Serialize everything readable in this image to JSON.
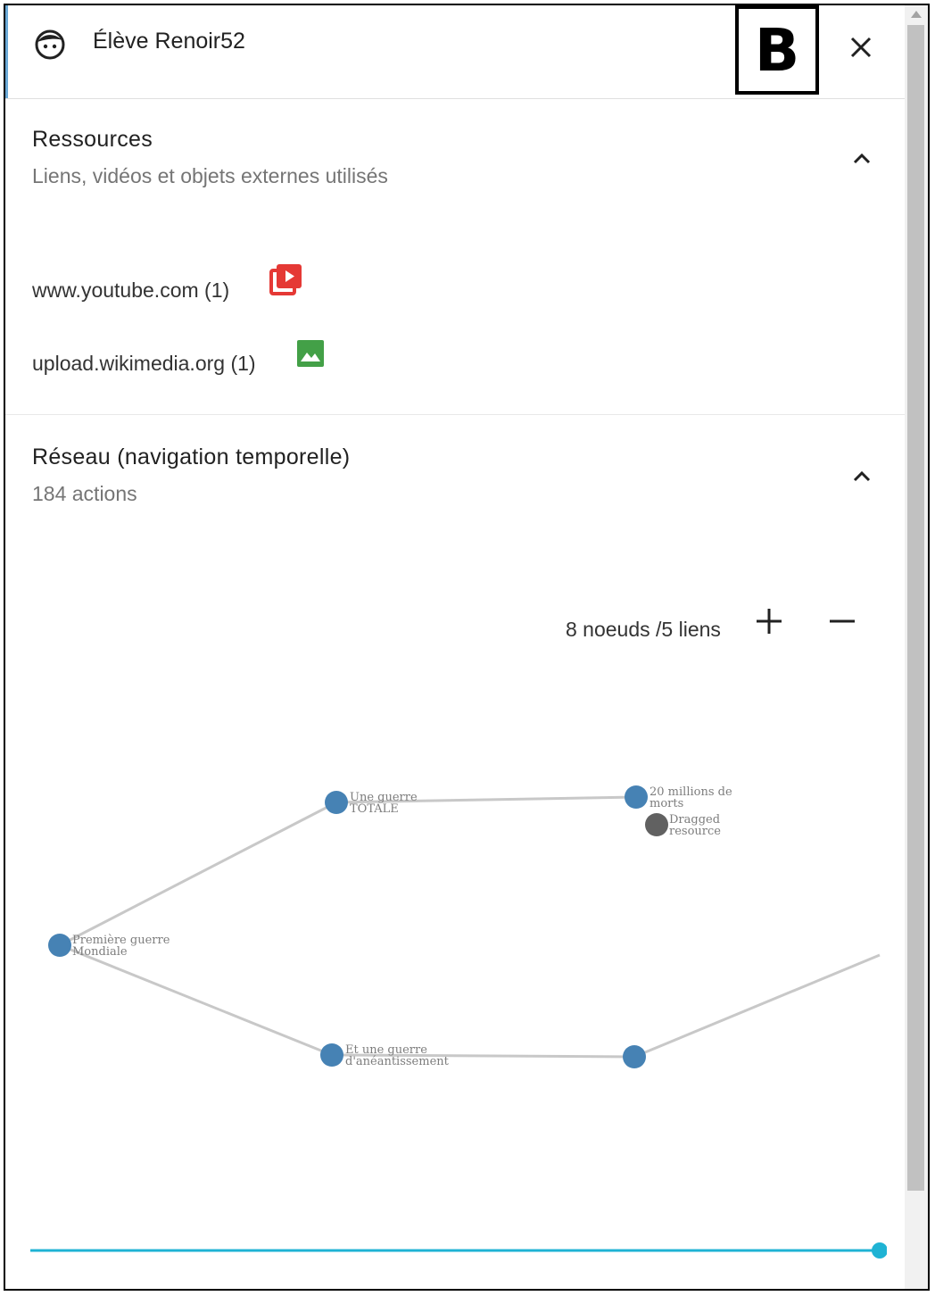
{
  "header": {
    "user_name": "Élève Renoir52",
    "badge": "B",
    "avatar_icon": "face-icon",
    "close_icon": "close-icon"
  },
  "resources": {
    "title": "Ressources",
    "subtitle": "Liens, vidéos et objets externes utilisés",
    "items": [
      {
        "label": "www.youtube.com (1)",
        "icon": "video-library-icon",
        "icon_color": "#e53935"
      },
      {
        "label": "upload.wikimedia.org (1)",
        "icon": "image-icon",
        "icon_color": "#43a047"
      }
    ]
  },
  "network": {
    "title": "Réseau (navigation temporelle)",
    "subtitle": "184 actions",
    "count_label": "8 noeuds /5 liens",
    "nodes": [
      {
        "label_line1": "Première guerre",
        "label_line2": "Mondiale"
      },
      {
        "label_line1": "Une guerre",
        "label_line2": "TOTALE"
      },
      {
        "label_line1": "20 millions de",
        "label_line2": "morts"
      },
      {
        "label_line1": "Dragged",
        "label_line2": "resource"
      },
      {
        "label_line1": "Et une guerre",
        "label_line2": "d'anéantissement"
      },
      {
        "label_line1": "",
        "label_line2": ""
      }
    ],
    "node_color": "#4682b4",
    "dragged_node_color": "#616161",
    "edge_color": "#c8c8c8",
    "timeline_color": "#1fb3d4",
    "timeline_position": 1.0
  }
}
